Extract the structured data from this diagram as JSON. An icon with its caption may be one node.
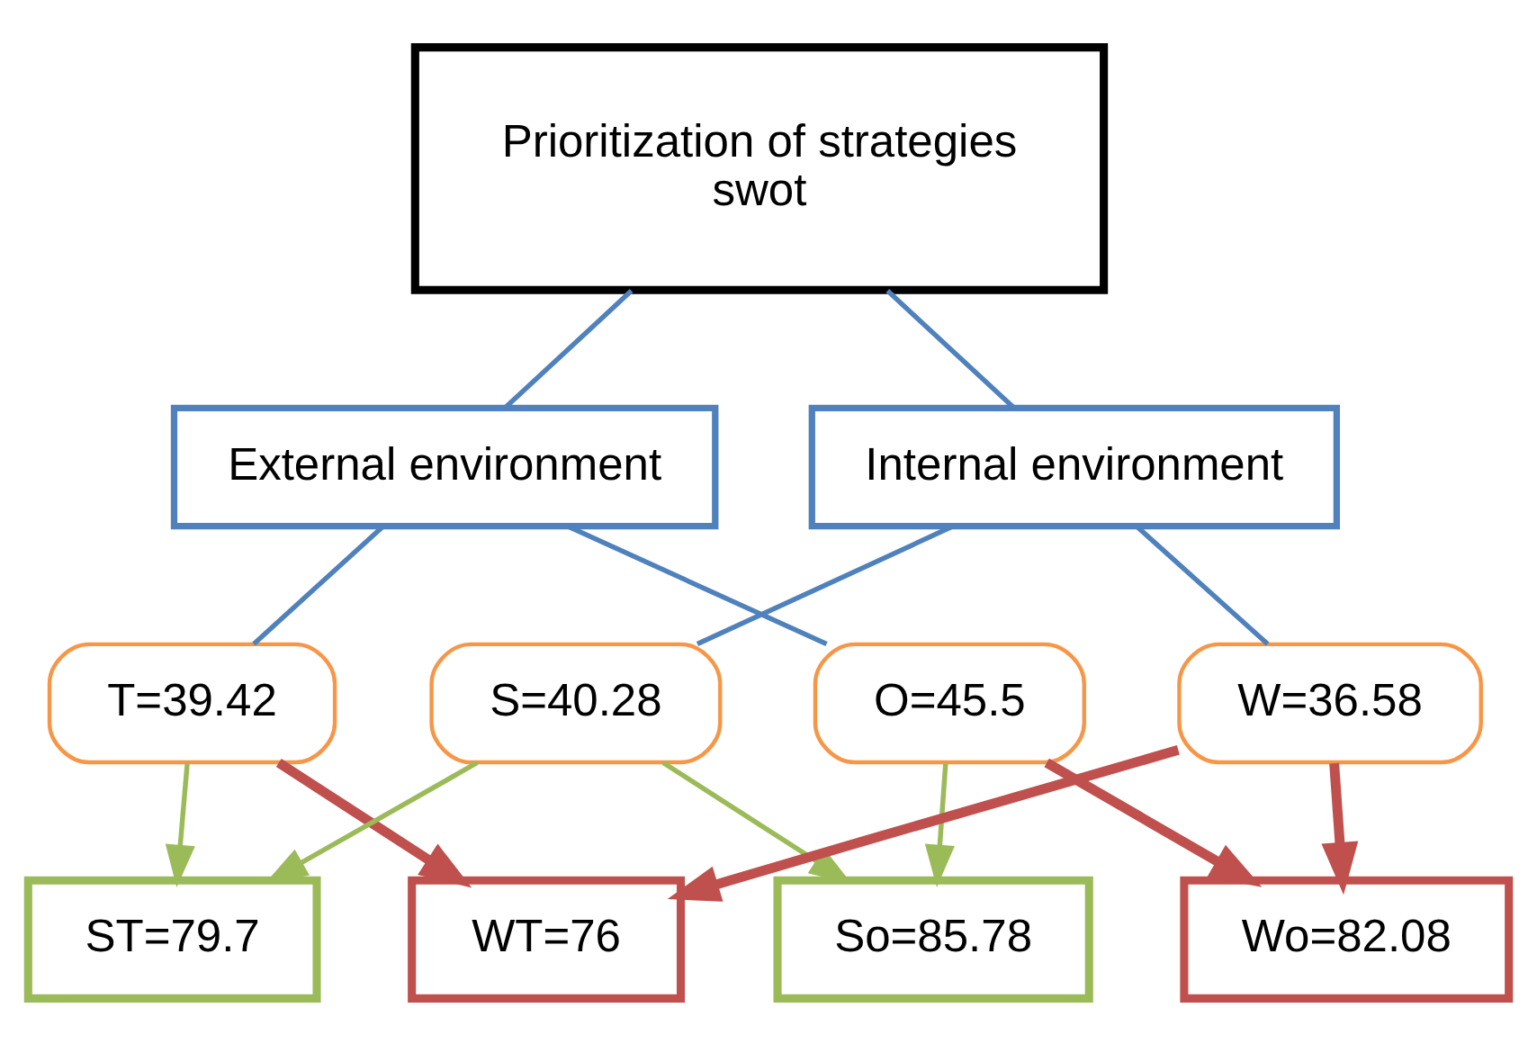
{
  "diagram": {
    "nodes": [
      {
        "text": [
          "Prioritization of strategies",
          "swot"
        ]
      },
      {
        "text": [
          "External environment"
        ]
      },
      {
        "text": [
          "Internal environment"
        ]
      },
      {
        "text": [
          "O=45.5"
        ]
      },
      {
        "text": [
          "T=39.42"
        ]
      },
      {
        "text": [
          "S=40.28"
        ]
      },
      {
        "text": [
          "W=36.58"
        ]
      },
      {
        "text": [
          "ST=79.7"
        ]
      },
      {
        "text": [
          "So=85.78"
        ]
      },
      {
        "text": [
          "Wo=82.08"
        ]
      },
      {
        "text": [
          "WT=76"
        ]
      }
    ],
    "edges": [
      {
        "from": 0,
        "to": 1,
        "arrow": "none"
      },
      {
        "from": 0,
        "to": 2,
        "arrow": "none"
      },
      {
        "from": 1,
        "to": 3,
        "arrow": "none"
      },
      {
        "from": 1,
        "to": 4,
        "arrow": "none"
      },
      {
        "from": 2,
        "to": 5,
        "arrow": "none"
      },
      {
        "from": 2,
        "to": 6,
        "arrow": "none"
      },
      {
        "from": 3,
        "to": 8,
        "arrow": "to",
        "color": "#9bbb59"
      },
      {
        "from": 4,
        "to": 7,
        "arrow": "to",
        "color": "#9bbb59"
      },
      {
        "from": 5,
        "to": 7,
        "arrow": "to",
        "color": "#9bbb59"
      },
      {
        "from": 5,
        "to": 8,
        "arrow": "to",
        "color": "#9bbb59"
      },
      {
        "from": 3,
        "to": 9,
        "arrow": "to",
        "style": "thick",
        "color": "#c0504d"
      },
      {
        "from": 6,
        "to": 9,
        "arrow": "to",
        "style": "thick",
        "color": "#c0504d"
      },
      {
        "from": 4,
        "to": 10,
        "arrow": "to",
        "style": "thick",
        "color": "#c0504d"
      },
      {
        "from": 6,
        "to": 10,
        "arrow": "to",
        "style": "thick",
        "color": "#c0504d"
      }
    ]
  }
}
